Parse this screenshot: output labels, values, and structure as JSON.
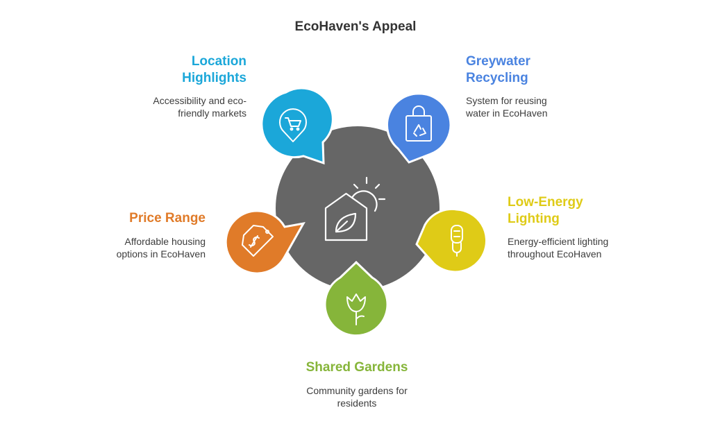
{
  "title": "EcoHaven's Appeal",
  "colors": {
    "center": "#666666",
    "location": "#1ba7d9",
    "greywater": "#4a83e0",
    "lighting": "#dfcb17",
    "gardens": "#86b53a",
    "price": "#e07b29"
  },
  "center_icon": "house-leaf-sun-icon",
  "items": {
    "location": {
      "heading_line1": "Location",
      "heading_line2": "Highlights",
      "desc_line1": "Accessibility and eco-",
      "desc_line2": "friendly markets",
      "icon": "shopping-cart-location-icon"
    },
    "greywater": {
      "heading_line1": "Greywater",
      "heading_line2": "Recycling",
      "desc_line1": "System for reusing",
      "desc_line2": "water in EcoHaven",
      "icon": "recycle-bag-icon"
    },
    "lighting": {
      "heading_line1": "Low-Energy",
      "heading_line2": "Lighting",
      "desc_line1": "Energy-efficient lighting",
      "desc_line2": "throughout EcoHaven",
      "icon": "lightbulb-icon"
    },
    "gardens": {
      "heading_line1": "Shared Gardens",
      "desc_line1": "Community gardens for",
      "desc_line2": "residents",
      "icon": "rose-flower-icon"
    },
    "price": {
      "heading_line1": "Price Range",
      "desc_line1": "Affordable housing",
      "desc_line2": "options in EcoHaven",
      "icon": "price-tag-icon"
    }
  }
}
